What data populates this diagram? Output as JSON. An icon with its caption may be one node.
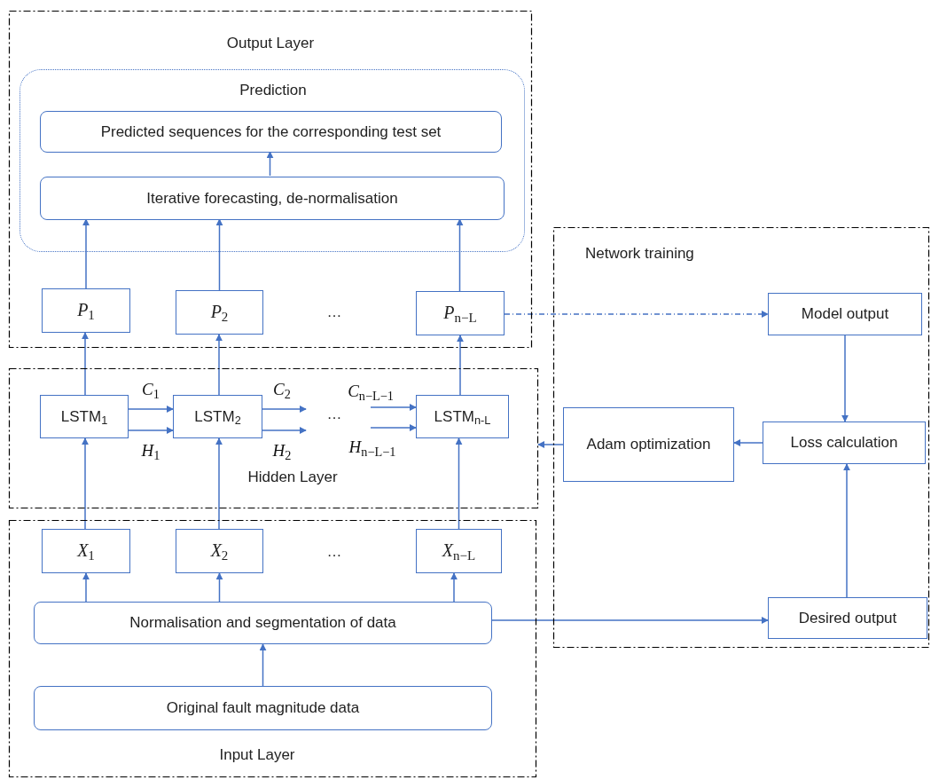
{
  "diagram": {
    "nodes": [
      {
        "text": [
          "Output Layer"
        ]
      },
      {
        "text": [
          "Prediction"
        ],
        "in": 0
      },
      {
        "text": [
          "Predicted sequences for the corresponding test set"
        ],
        "in": 1
      },
      {
        "text": [
          "Iterative forecasting, de-normalisation"
        ],
        "in": 1
      },
      {
        "text": [
          "*P*$_{1}$"
        ],
        "in": 0
      },
      {
        "text": [
          "*P*$_{2}$"
        ],
        "in": 0
      },
      {
        "text": [
          "*P*$_{n−L}$"
        ],
        "in": 0
      },
      {
        "text": [
          "Hidden Layer"
        ]
      },
      {
        "text": [
          "LSTM$_{1}$"
        ],
        "in": 7
      },
      {
        "text": [
          "LSTM$_{2}$"
        ],
        "in": 7
      },
      {
        "text": [
          "LSTM$_{n-L}$"
        ],
        "in": 7
      },
      {
        "text": [
          "Input Layer"
        ]
      },
      {
        "text": [
          "*X*$_{1}$"
        ],
        "in": 11
      },
      {
        "text": [
          "*X*$_{2}$"
        ],
        "in": 11
      },
      {
        "text": [
          "*X*$_{n−L}$"
        ],
        "in": 11
      },
      {
        "text": [
          "Normalisation and segmentation of data"
        ],
        "in": 11
      },
      {
        "text": [
          "Original fault magnitude data"
        ],
        "in": 11
      },
      {
        "text": [
          "Network training"
        ]
      },
      {
        "text": [
          "Model output"
        ],
        "in": 17
      },
      {
        "text": [
          "Adam optimization"
        ],
        "in": 17
      },
      {
        "text": [
          "Loss calculation"
        ],
        "in": 17
      },
      {
        "text": [
          "Desired output"
        ],
        "in": 17
      }
    ],
    "edges": [
      {
        "from": 3,
        "to": 2,
        "arrow": "to"
      },
      {
        "from": 4,
        "to": 3,
        "arrow": "to"
      },
      {
        "from": 5,
        "to": 3,
        "arrow": "to"
      },
      {
        "from": 6,
        "to": 3,
        "arrow": "to"
      },
      {
        "from": 8,
        "to": 4,
        "arrow": "to"
      },
      {
        "from": 9,
        "to": 5,
        "arrow": "to"
      },
      {
        "from": 10,
        "to": 6,
        "arrow": "to"
      },
      {
        "from": 8,
        "to": 9,
        "arrow": "to",
        "label": "*C*$_{1}$"
      },
      {
        "from": 8,
        "to": 9,
        "arrow": "to",
        "label": "*H*$_{1}$"
      },
      {
        "from": 9,
        "to": null,
        "arrow": "to",
        "label": "*C*$_{2}$"
      },
      {
        "from": 9,
        "to": null,
        "arrow": "to",
        "label": "*H*$_{2}$"
      },
      {
        "from": null,
        "to": 10,
        "arrow": "to",
        "label": "*C*$_{n−L−1}$"
      },
      {
        "from": null,
        "to": 10,
        "arrow": "to",
        "label": "*H*$_{n−L−1}$"
      },
      {
        "from": 12,
        "to": 8,
        "arrow": "to"
      },
      {
        "from": 13,
        "to": 9,
        "arrow": "to"
      },
      {
        "from": 14,
        "to": 10,
        "arrow": "to"
      },
      {
        "from": 15,
        "to": 12,
        "arrow": "to"
      },
      {
        "from": 15,
        "to": 13,
        "arrow": "to"
      },
      {
        "from": 15,
        "to": 14,
        "arrow": "to"
      },
      {
        "from": 16,
        "to": 15,
        "arrow": "to"
      },
      {
        "from": 15,
        "to": 21,
        "arrow": "to"
      },
      {
        "from": 6,
        "to": 18,
        "arrow": "to",
        "style": "dashed"
      },
      {
        "from": 18,
        "to": 20,
        "arrow": "to"
      },
      {
        "from": 21,
        "to": 20,
        "arrow": "to"
      },
      {
        "from": 20,
        "to": 19,
        "arrow": "to"
      },
      {
        "from": 19,
        "to": 7,
        "arrow": "to"
      }
    ],
    "labels": [
      "…",
      "…",
      "…"
    ]
  }
}
